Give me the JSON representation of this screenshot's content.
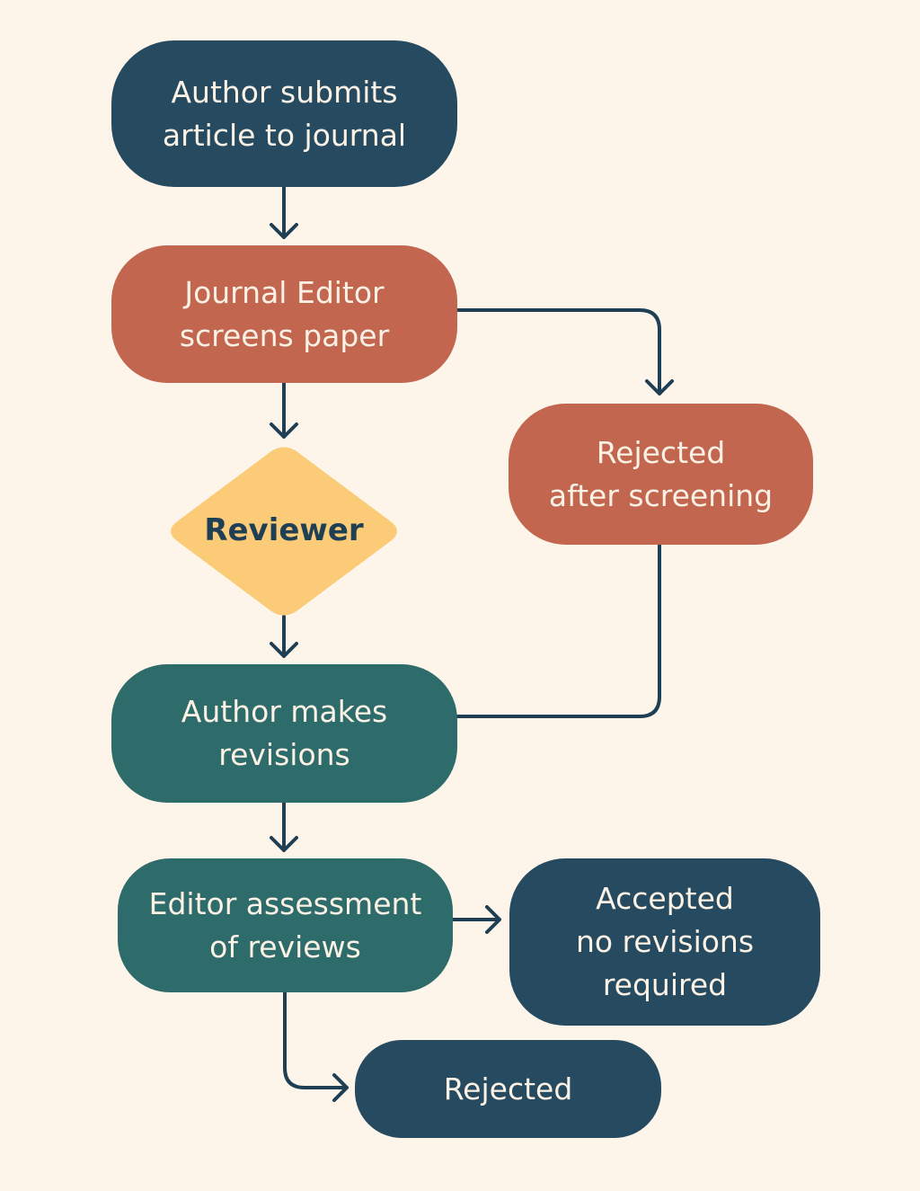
{
  "colors": {
    "background": "#fdf5ea",
    "navy": "#264b60",
    "rust": "#c26650",
    "teal": "#2e6c6b",
    "decision": "#fbcb78",
    "connector": "#1f3f54",
    "node_text": "#fbf1e4"
  },
  "nodes": {
    "submit": {
      "label": "Author submits\narticle to journal",
      "shape": "rounded-rect",
      "color": "navy"
    },
    "screen": {
      "label": "Journal Editor\nscreens paper",
      "shape": "rounded-rect",
      "color": "rust"
    },
    "rejected_screening": {
      "label": "Rejected\nafter screening",
      "shape": "rounded-rect",
      "color": "rust"
    },
    "reviewer": {
      "label": "Reviewer",
      "shape": "diamond",
      "color": "decision"
    },
    "revisions": {
      "label": "Author makes\nrevisions",
      "shape": "rounded-rect",
      "color": "teal"
    },
    "assessment": {
      "label": "Editor assessment\nof reviews",
      "shape": "rounded-rect",
      "color": "teal"
    },
    "accepted": {
      "label": "Accepted\nno revisions\nrequired",
      "shape": "rounded-rect",
      "color": "navy"
    },
    "rejected": {
      "label": "Rejected",
      "shape": "rounded-rect",
      "color": "navy"
    }
  },
  "edges": [
    {
      "from": "submit",
      "to": "screen",
      "arrow": true
    },
    {
      "from": "screen",
      "to": "rejected_screening",
      "arrow": true
    },
    {
      "from": "screen",
      "to": "reviewer",
      "arrow": true
    },
    {
      "from": "reviewer",
      "to": "revisions",
      "arrow": true
    },
    {
      "from": "rejected_screening",
      "to": "revisions",
      "arrow": false
    },
    {
      "from": "revisions",
      "to": "assessment",
      "arrow": true
    },
    {
      "from": "assessment",
      "to": "accepted",
      "arrow": true
    },
    {
      "from": "assessment",
      "to": "rejected",
      "arrow": true
    }
  ]
}
